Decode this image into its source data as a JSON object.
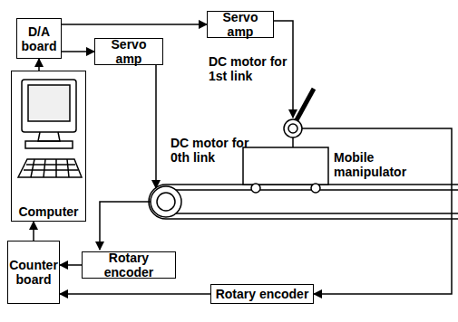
{
  "diagram": {
    "nodes": [
      {
        "text": [
          "D/A board"
        ]
      },
      {
        "text": [
          "Servo amp"
        ]
      },
      {
        "text": [
          "Servo amp"
        ]
      },
      {
        "text": [
          "Computer"
        ]
      },
      {
        "text": [
          "Counter board"
        ]
      },
      {
        "text": [
          "Rotary encoder"
        ]
      },
      {
        "text": [
          "Rotary encoder"
        ]
      }
    ],
    "edges": [
      {
        "from": 0,
        "to": 1,
        "arrow": "to"
      },
      {
        "from": 0,
        "to": 2,
        "arrow": "to"
      },
      {
        "from": 3,
        "to": 0,
        "arrow": "to"
      },
      {
        "from": 4,
        "to": 3,
        "arrow": "to"
      },
      {
        "from": 5,
        "to": 4,
        "arrow": "to"
      },
      {
        "from": 6,
        "to": 4,
        "arrow": "to"
      }
    ],
    "labels": [
      "DC motor for 0th link",
      "DC motor for 1st link",
      "Mobile manipulator"
    ]
  }
}
